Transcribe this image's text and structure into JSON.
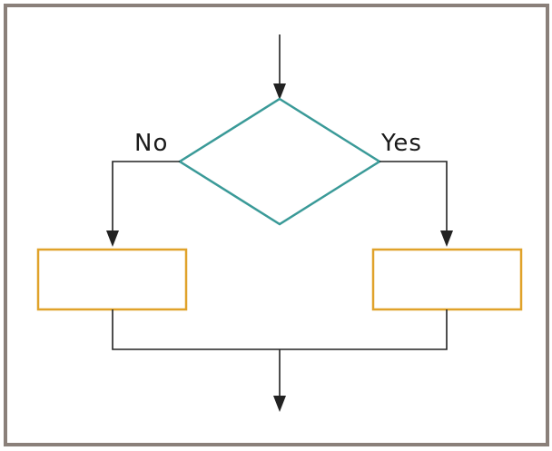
{
  "diagram": {
    "type": "flowchart-decision",
    "labels": {
      "no_branch": "No",
      "yes_branch": "Yes"
    },
    "colors": {
      "frame": "#8a807a",
      "decision": "#3a9a98",
      "process": "#e0a22a",
      "connector": "#222222"
    }
  }
}
